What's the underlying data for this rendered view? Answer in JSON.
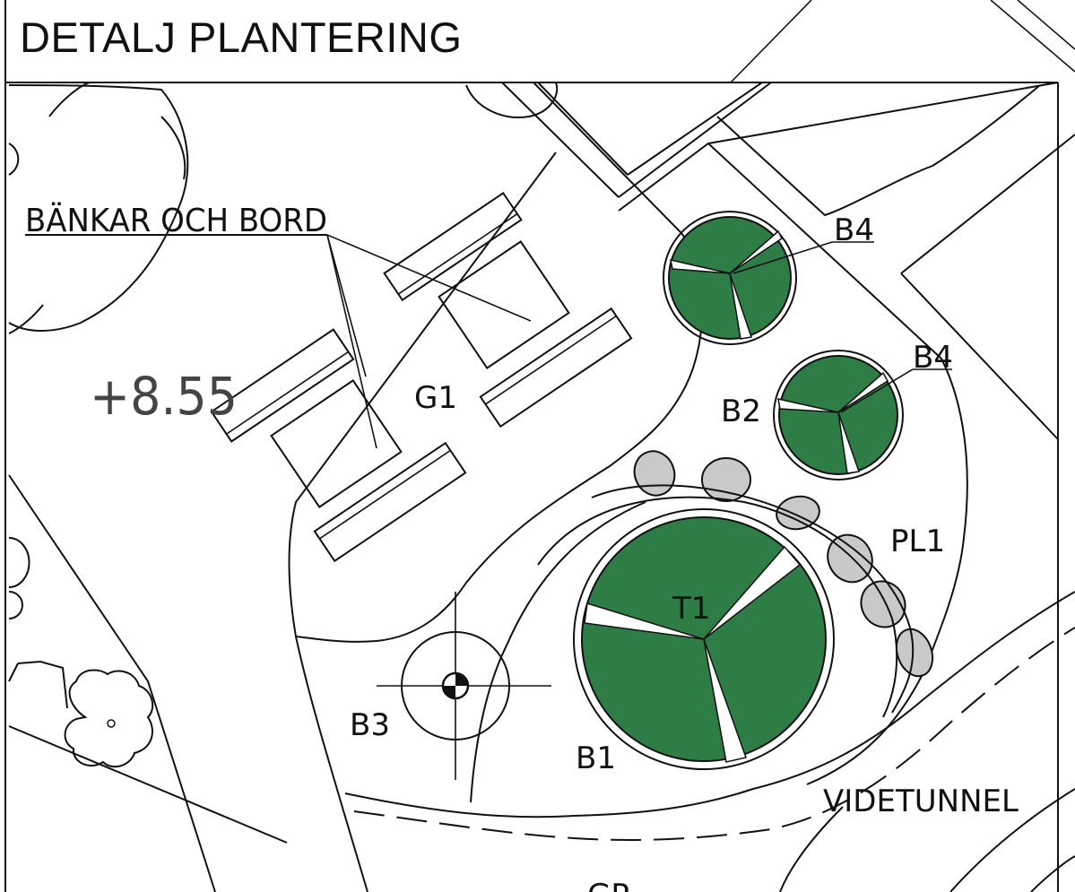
{
  "header": {
    "title": "DETALJ PLANTERING"
  },
  "labels": {
    "benches": "BÄNKAR OCH BORD",
    "elevation": "+8.55",
    "g1": "G1",
    "b4_top": "B4",
    "b4_mid": "B4",
    "b2": "B2",
    "pl1": "PL1",
    "t1": "T1",
    "b1": "B1",
    "b3": "B3",
    "videtunnel": "VIDETUNNEL",
    "gp_partial": "GP"
  },
  "colors": {
    "planting": "#2e7d46",
    "stone": "#c9c9c9",
    "line": "#111111",
    "background": "#ffffff"
  }
}
